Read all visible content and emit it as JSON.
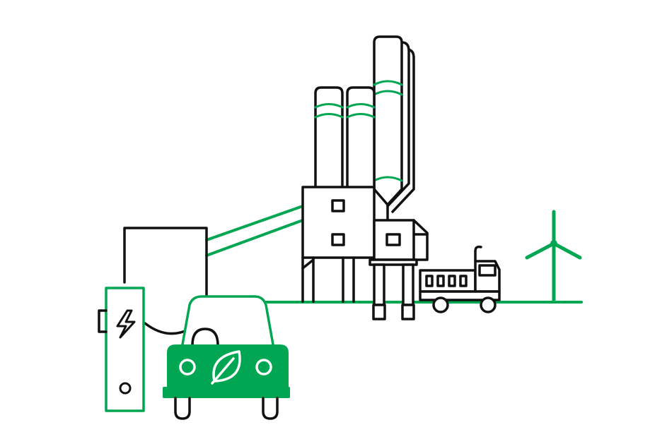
{
  "colors": {
    "outline": "#111111",
    "accent": "#00a651",
    "background": "#ffffff"
  },
  "scene": {
    "elements": [
      "concrete-batching-plant",
      "silo",
      "hopper-building",
      "conveyor-belt",
      "storage-bin",
      "ev-charging-station",
      "lightning-bolt-icon",
      "electric-car",
      "leaf-icon",
      "truck",
      "wind-turbine",
      "ground-line"
    ]
  }
}
